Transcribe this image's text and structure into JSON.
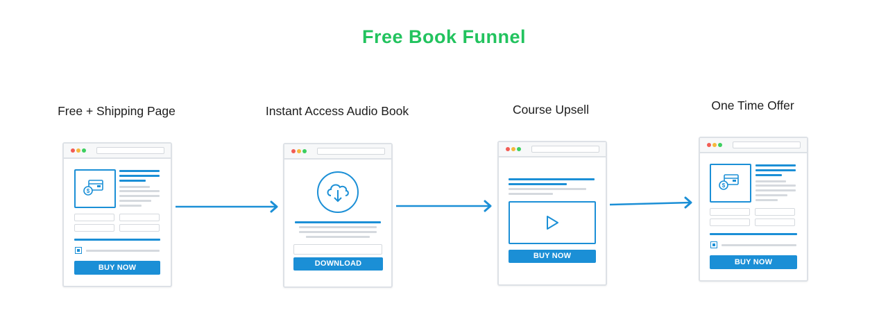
{
  "title": "Free Book Funnel",
  "steps": [
    {
      "label": "Free + Shipping Page",
      "button": "BUY NOW",
      "icon": "payment-card-icon"
    },
    {
      "label": "Instant Access Audio Book",
      "button": "DOWNLOAD",
      "icon": "cloud-download-icon"
    },
    {
      "label": "Course Upsell",
      "button": "BUY NOW",
      "icon": "video-play-icon"
    },
    {
      "label": "One Time Offer",
      "button": "BUY NOW",
      "icon": "payment-card-icon"
    }
  ],
  "colors": {
    "title": "#22c35e",
    "accent": "#1b8fd6",
    "outline": "#dde1e6"
  }
}
